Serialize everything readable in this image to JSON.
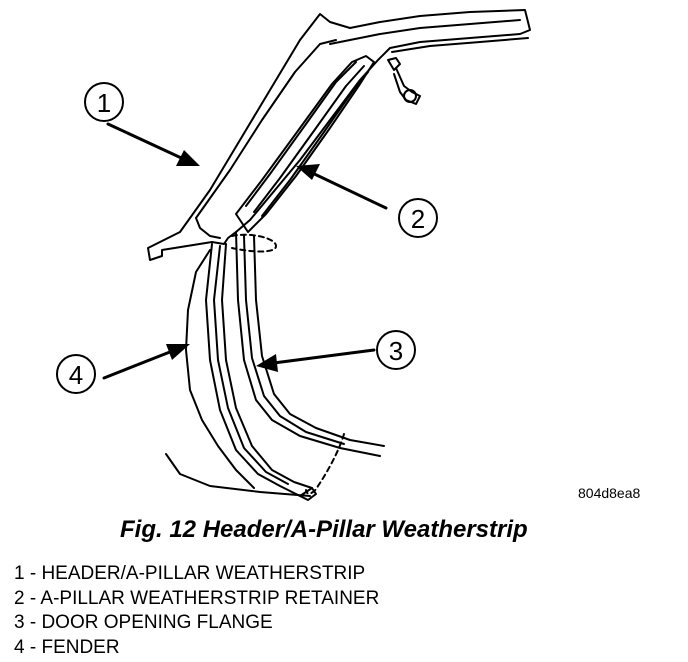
{
  "figure": {
    "callouts": [
      "1",
      "2",
      "3",
      "4"
    ],
    "image_code": "804d8ea8",
    "caption": "Fig. 12 Header/A-Pillar Weatherstrip"
  },
  "legend": [
    {
      "num": "1",
      "text": " - HEADER/A-PILLAR WEATHERSTRIP"
    },
    {
      "num": "2",
      "text": " - A-PILLAR WEATHERSTRIP RETAINER"
    },
    {
      "num": "3",
      "text": " - DOOR OPENING FLANGE"
    },
    {
      "num": "4",
      "text": " - FENDER"
    }
  ]
}
